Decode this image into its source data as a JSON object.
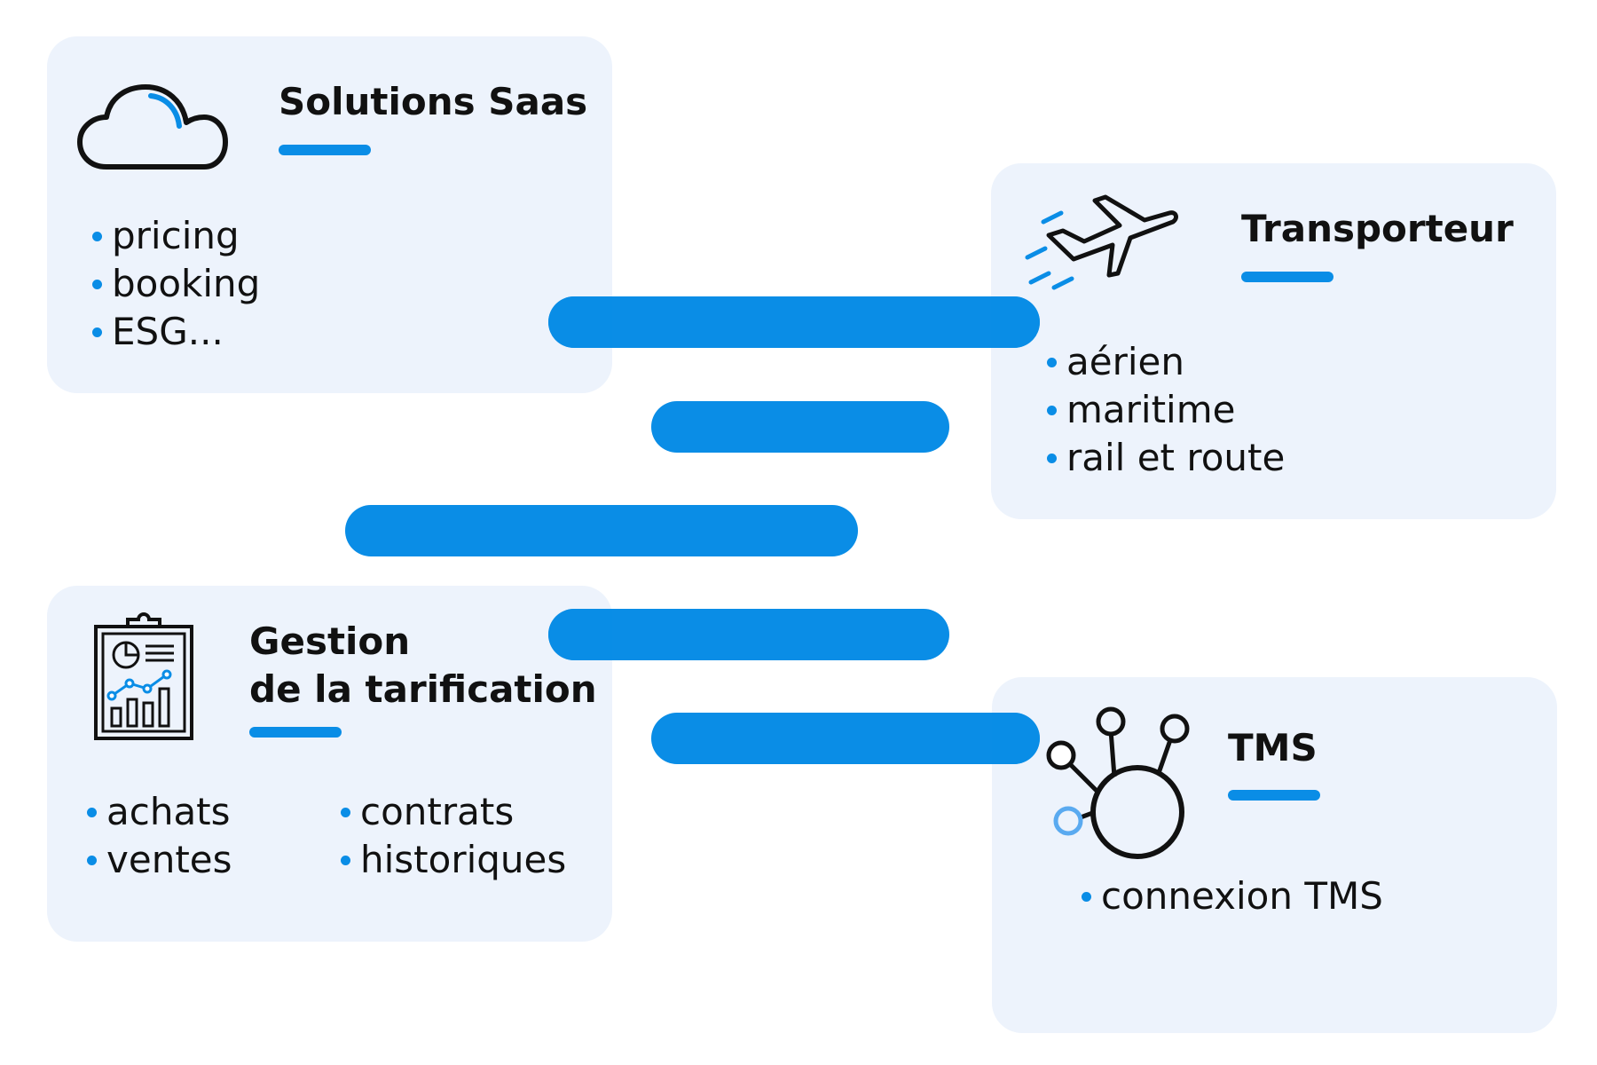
{
  "colors": {
    "accent": "#0a8de6",
    "card_bg": "#edf3fc",
    "text": "#111111"
  },
  "cards": {
    "saas": {
      "title": "Solutions Saas",
      "icon": "cloud-icon",
      "items": [
        "pricing",
        "booking",
        "ESG..."
      ]
    },
    "transporteur": {
      "title": "Transporteur",
      "icon": "airplane-icon",
      "items": [
        "aérien",
        "maritime",
        "rail et route"
      ]
    },
    "tarification": {
      "title_line1": "Gestion",
      "title_line2": "de la tarification",
      "icon": "report-clipboard-icon",
      "items_col1": [
        "achats",
        "ventes"
      ],
      "items_col2": [
        "contrats",
        "historiques"
      ]
    },
    "tms": {
      "title": "TMS",
      "icon": "network-hub-icon",
      "items": [
        "connexion TMS"
      ]
    }
  }
}
